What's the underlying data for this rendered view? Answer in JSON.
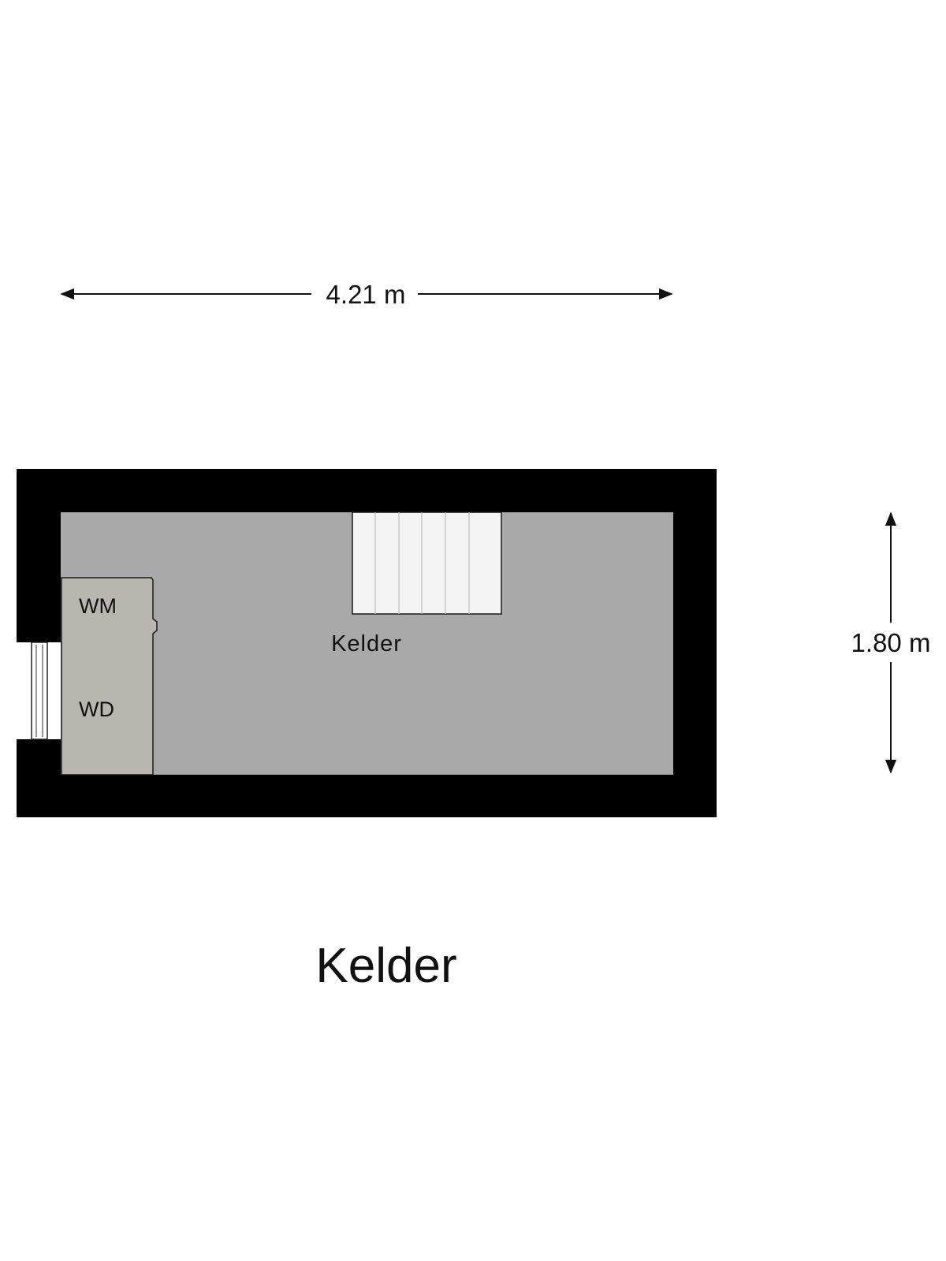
{
  "dimensions": {
    "width_label": "4.21 m",
    "height_label": "1.80 m"
  },
  "room": {
    "name": "Kelder"
  },
  "appliances": {
    "washer": "WM",
    "dryer": "WD"
  },
  "floor": {
    "title": "Kelder"
  },
  "colors": {
    "wall": "#000000",
    "floor": "#a9a9a9",
    "appliance_block": "#b8b6ae",
    "stairs": "#f4f4f4",
    "background": "#ffffff"
  }
}
